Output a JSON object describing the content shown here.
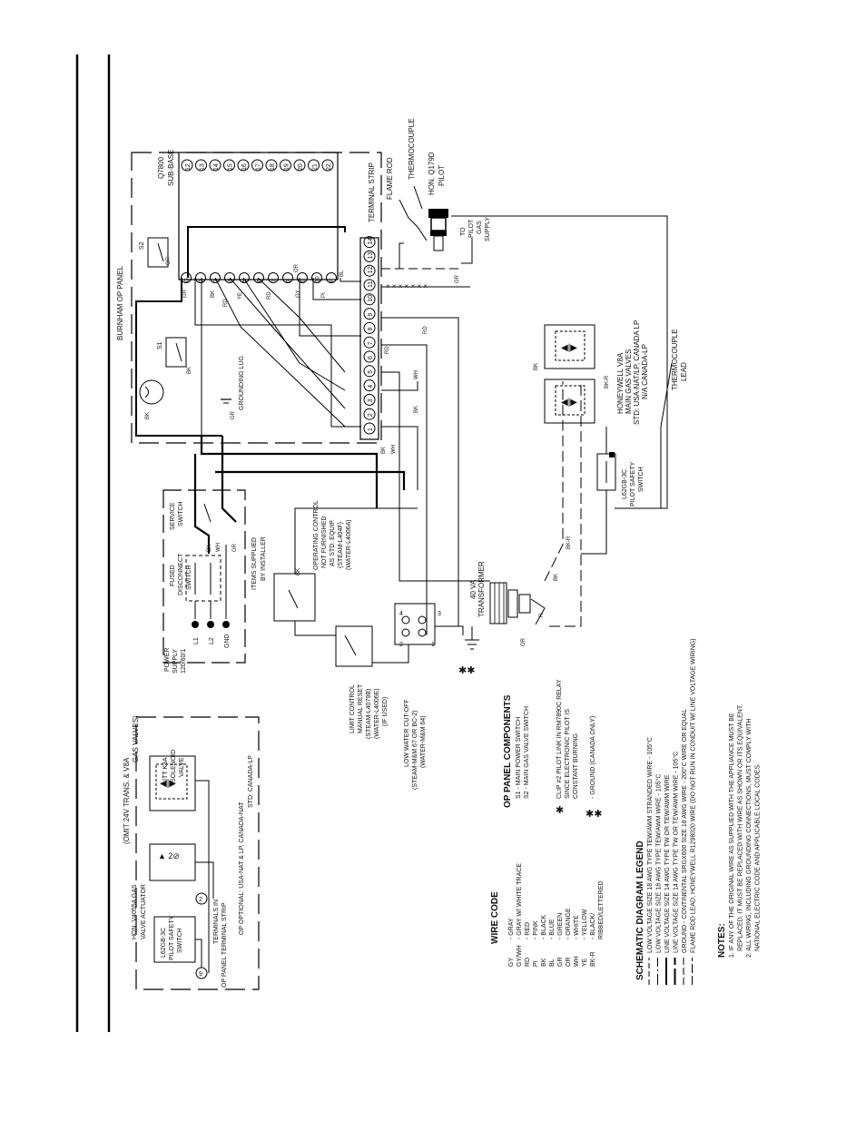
{
  "op_panel": {
    "title": "BURNHAM OP PANEL",
    "grounding_lug": "GROUNDING LUG",
    "gr": "GR",
    "s1": "S1",
    "s2": "S2",
    "bk": "BK",
    "or": "OR"
  },
  "subbase": {
    "line1": "Q7800",
    "line2": "SUB-BASE",
    "terminals": [
      "12",
      "13",
      "14",
      "15",
      "16",
      "17",
      "18",
      "19",
      "20",
      "21",
      "22"
    ]
  },
  "terminal_strip": {
    "label": "TERMINAL STRIP",
    "numbers": [
      "1",
      "2",
      "3",
      "4",
      "5",
      "6",
      "7",
      "8",
      "9",
      "10",
      "11",
      "12",
      "13",
      "14"
    ]
  },
  "relay": {
    "terminals": [
      "G",
      "2",
      "3",
      "4",
      "5",
      "6",
      "7",
      "8",
      "9",
      "10",
      "F"
    ],
    "wires": [
      "GR",
      "BK",
      "RD",
      "YE",
      "RD",
      "GY",
      "PI",
      "OR",
      "BL"
    ]
  },
  "pilot": {
    "flame_rod": "FLAME ROD",
    "thermocouple": "THERMOCOUPLE",
    "model_line1": "HON. Q179D",
    "model_line2": "PILOT",
    "supply_lines": [
      "TO",
      "PILOT",
      "GAS",
      "SUPPLY"
    ]
  },
  "gas_valve": {
    "lines": [
      "HONEYWELL V8A",
      "MAIN GAS VALVES",
      "STD: USA-NAT/LP, CANADA LP",
      "N/A CANADA-LP"
    ],
    "bk_r": "BK-R",
    "bk": "BK"
  },
  "thermocouple_lead": [
    "THERMOCOUPLE",
    "LEAD"
  ],
  "pilot_safety_switch": [
    "L62GB-3C",
    "PILOT SAFETY",
    "SWITCH"
  ],
  "transformer": {
    "lines": [
      "40 VA",
      "TRANSFORMER"
    ],
    "r": "R",
    "bk": "BK",
    "or": "OR"
  },
  "field_wiring": {
    "bk": "BK",
    "wh": "WH",
    "gr": "GR",
    "rd": "RD"
  },
  "installer": {
    "power_supply": [
      "POWER",
      "SUPPLY",
      "120/60/1"
    ],
    "l1": "L1",
    "l2": "L2",
    "gnd": "GND",
    "fused": [
      "FUSED",
      "DISCONNECT",
      "SWITCH"
    ],
    "service": [
      "SERVICE",
      "SWITCH"
    ],
    "items": [
      "ITEMS SUPPLIED",
      "BY INSTALLER"
    ]
  },
  "operating_control": [
    "OPERATING CONTROL",
    "NOT FURNISHED",
    "AS STD. EQUIP.",
    "(STEAM-L404F)",
    "(WATER-L4006A)"
  ],
  "limit_control": [
    "LIMIT CONTROL",
    "MANUAL RESET",
    "(STEAM-L4079B)",
    "(WATER-L4006E)",
    "(IF USED)"
  ],
  "lwco": [
    "LOW WATER CUT-OFF",
    "(STEAM-M&M 67 OR BC-2)",
    "(WATER-M&M 64)"
  ],
  "lwco_terminals": [
    "4",
    "2",
    "1",
    "3"
  ],
  "optional": {
    "header": "(OMIT 24V TRANS. & V8A",
    "header2": "GAS VALVES)",
    "actuator": [
      "HON. V4055A GAS",
      "VALVE ACTUATOR"
    ],
    "solenoid": [
      "ITT K3A",
      "SOLENOID",
      "VALVE"
    ],
    "psw": [
      "L62GB-3C",
      "PILOT SAFETY",
      "SWITCH"
    ],
    "terminals_in": [
      "TERMINALS IN",
      "OP PANEL TERMINAL STRIP"
    ],
    "options": [
      "OP OPTIONAL: USA-NAT & LP, CANADA-NAT",
      "STD: CANADA-LP"
    ],
    "term9": "9",
    "term2": "2"
  },
  "wire_code": {
    "title": "WIRE CODE",
    "rows": [
      {
        "code": "GY",
        "desc": "- GRAY"
      },
      {
        "code": "GY/WH",
        "desc": "- GRAY W/ WHITE TRACE"
      },
      {
        "code": "RD",
        "desc": "- RED"
      },
      {
        "code": "PI",
        "desc": "- PINK"
      },
      {
        "code": "BK",
        "desc": "- BLACK"
      },
      {
        "code": "BL",
        "desc": "- BLUE"
      },
      {
        "code": "GR",
        "desc": "- GREEN"
      },
      {
        "code": "OR",
        "desc": "- ORANGE"
      },
      {
        "code": "WH",
        "desc": "- WHITE"
      },
      {
        "code": "YE",
        "desc": "- YELLOW"
      },
      {
        "code": "BK-R",
        "desc": "- BLACK/"
      },
      {
        "code": "",
        "desc": "RIBBED/LETTERED"
      }
    ]
  },
  "op_components": {
    "title": "OP PANEL COMPONENTS",
    "rows": [
      "S1 - MAIN POWER SWITCH",
      "S2 - MAIN GAS VALVE SWITCH"
    ],
    "note1": [
      "CLIP #2 PILOT LINK IN RM7890C RELAY",
      "SINCE ELECTRONIC PILOT IS",
      "CONSTANT BURNING",
      "- GROUND (CANADA ONLY)"
    ]
  },
  "legend": {
    "title": "SCHEMATIC DIAGRAM LEGEND",
    "rows": [
      "LOW VOLTAGE SIZE 18 AWG TYPE TEW/AWM STRANDED WIRE - 105°C",
      "LOW VOLTAGE SIZE 18 AWG TYPE TEW/AWM WIRE - 105°C",
      "LINE VOLTAGE SIZE 14 AWG TYPE TW OR TEW/AWM WIRE",
      "LINE VOLTAGE SIZE 14 AWG TYPE TW OR TEW/AWM WIRE - 105°C",
      "GROUND - CONTINENTAL SRGX600 SIZE 18 AWG WIRE - 200°C WIRE OR EQUAL",
      "FLAME ROD LEAD, HONEYWELL R1298020 WIRE (DO NOT RUN IN CONDUIT W/ LINE VOLTAGE WIRING)"
    ]
  },
  "notes": {
    "title": "NOTES:",
    "rows": [
      "1. IF ANY OF THE ORIGINAL WIRE AS SUPPLIED WITH THE APPLIANCE MUST BE",
      "REPLACED, IT MUST BE REPLACED WITH WIRE AS SHOWN OR ITS EQUIVALENT.",
      "2. ALL WIRING, INCLUDING GROUNDING CONNECTIONS, MUST COMPLY WITH",
      "NATIONAL ELECTRIC CODE AND APPLICABLE LOCAL CODES."
    ]
  }
}
